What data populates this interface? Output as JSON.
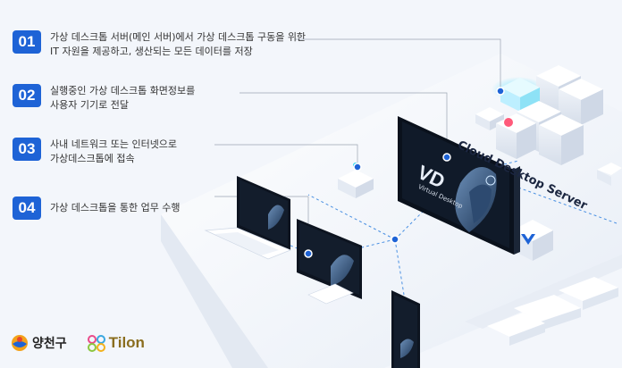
{
  "steps": [
    {
      "num": "01",
      "lines": [
        "가상 데스크톱 서버(메인 서버)에서 가상 데스크톱 구동을 위한",
        "IT 자원을 제공하고, 생산되는 모든 데이터를 저장"
      ]
    },
    {
      "num": "02",
      "lines": [
        "실행중인 가상 데스크톱 화면정보를",
        "사용자 기기로 전달"
      ]
    },
    {
      "num": "03",
      "lines": [
        "사내 네트워크 또는 인터넷으로",
        "가상데스크톱에 접속"
      ]
    },
    {
      "num": "04",
      "lines": [
        "가상 데스크톱을 통한 업무 수행"
      ]
    }
  ],
  "server": {
    "label": "Cloud Desktop Server"
  },
  "monitor": {
    "big_text": "VD",
    "sub_text": "Virtual Desktop"
  },
  "logos": {
    "left_text": "양천구",
    "right_text": "Tilon"
  },
  "colors": {
    "accent": "#1e63d6",
    "screen": "#0d1420",
    "cube": "#ffffff",
    "cyan": "#22d3ee"
  },
  "icons": {
    "network_node": "network-node-icon",
    "dashed_link": "dashed-line-icon"
  }
}
